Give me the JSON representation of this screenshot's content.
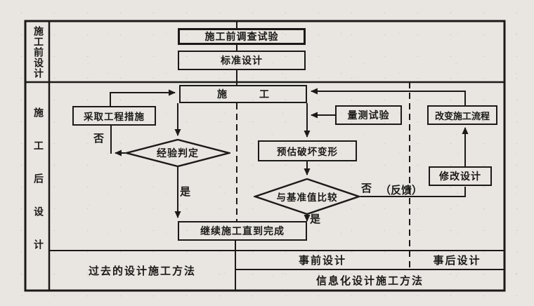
{
  "left_rail": {
    "pre_construction_design": "施工前设计",
    "post_construction_design": "施工后设计"
  },
  "nodes": {
    "survey": "施工前调查试验",
    "standard_design": "标准设计",
    "construction": "施工",
    "take_measures": "采取工程措施",
    "measurement_test": "量测试验",
    "change_process": "改变施工流程",
    "experience_judge": "经验判定",
    "predict_deform": "预估破坏变形",
    "modify_design": "修改设计",
    "compare_baseline": "与基准值比较",
    "continue_construction": "继续施工直到完成"
  },
  "edge_labels": {
    "no_left": "否",
    "yes_left": "是",
    "no_right": "否",
    "feedback": "（反馈）",
    "yes_right": "是"
  },
  "zones": {
    "past_method": "过去的设计施工方法",
    "pre_design": "事前设计",
    "post_design": "事后设计",
    "info_method": "信息化设计施工方法"
  },
  "colors": {
    "ink": "#1c1a18",
    "paper": "#e9e6e1"
  }
}
